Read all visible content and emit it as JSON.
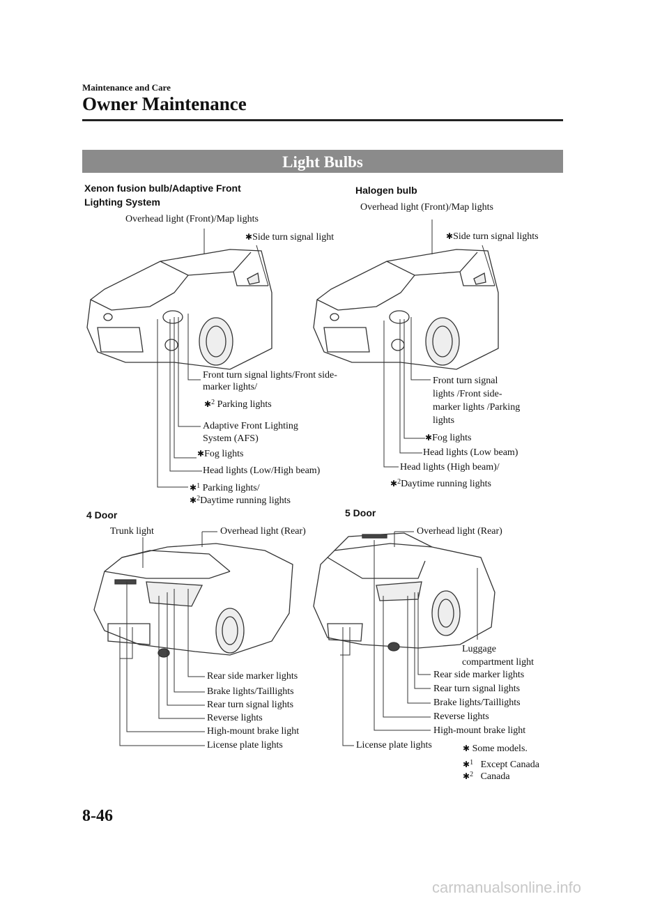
{
  "header": {
    "section": "Maintenance and Care",
    "title": "Owner Maintenance"
  },
  "banner": "Light Bulbs",
  "front_xenon": {
    "heading_line1": "Xenon fusion bulb/Adaptive Front",
    "heading_line2": "Lighting System",
    "overhead": "Overhead light (Front)/Map lights",
    "side_turn": "Side turn signal light",
    "front_turn_1": "Front turn signal lights/Front side-",
    "front_turn_2": "marker lights/",
    "parking": "Parking lights",
    "afs_1": "Adaptive Front Lighting",
    "afs_2": "System (AFS)",
    "fog": "Fog lights",
    "head": "Head lights (Low/High beam)",
    "parking2": "Parking lights/",
    "drl": "Daytime running lights"
  },
  "front_halogen": {
    "heading": "Halogen bulb",
    "overhead": "Overhead light (Front)/Map lights",
    "side_turn": "Side turn signal lights",
    "front_turn_1": "Front turn signal",
    "front_turn_2": "lights /Front side-",
    "front_turn_3": "marker lights /Parking",
    "front_turn_4": "lights",
    "fog": "Fog lights",
    "head_low": "Head lights (Low beam)",
    "head_high": "Head lights (High beam)/",
    "drl": "Daytime running lights"
  },
  "rear_4door": {
    "heading": "4 Door",
    "trunk": "Trunk light",
    "overhead": "Overhead light (Rear)",
    "rear_side": "Rear side marker lights",
    "brake": "Brake lights/Taillights",
    "rear_turn": "Rear turn signal lights",
    "reverse": "Reverse lights",
    "high_mount": "High-mount brake  light",
    "license": "License plate lights"
  },
  "rear_5door": {
    "heading": "5 Door",
    "overhead": "Overhead light (Rear)",
    "luggage_1": "Luggage",
    "luggage_2": "compartment light",
    "rear_side": "Rear side marker lights",
    "rear_turn": "Rear turn signal lights",
    "brake": "Brake lights/Taillights",
    "reverse": "Reverse lights",
    "high_mount": "High-mount brake light",
    "license": "License plate lights"
  },
  "footnotes": {
    "some_models": "Some models.",
    "except_canada": "Except Canada",
    "canada": "Canada",
    "mark_1": "1",
    "mark_2": "2"
  },
  "asterisk": "✱",
  "page_number": "8-46",
  "watermark": "carmanualsonline.info"
}
